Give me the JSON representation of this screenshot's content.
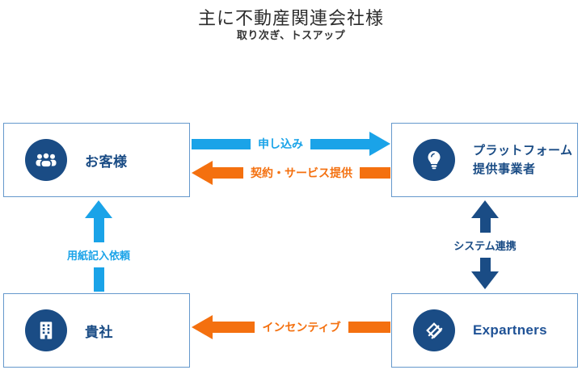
{
  "header": {
    "title": "主に不動産関連会社様",
    "subtitle": "取り次ぎ、トスアップ"
  },
  "nodes": {
    "customer": {
      "label": "お客様",
      "icon": "people-icon"
    },
    "platform": {
      "label": "プラットフォーム提供事業者",
      "label_line1": "プラットフォーム",
      "label_line2": "提供事業者",
      "icon": "lightbulb-icon"
    },
    "company": {
      "label": "貴社",
      "icon": "building-icon"
    },
    "expartners": {
      "label": "Expartners",
      "icon": "expartners-logo-icon"
    }
  },
  "arrows": {
    "application": {
      "label": "申し込み",
      "from": "customer",
      "to": "platform",
      "direction": "right",
      "color": "#1aa3e8"
    },
    "contract": {
      "label": "契約・サービス提供",
      "from": "platform",
      "to": "customer",
      "direction": "left",
      "color": "#f4700f"
    },
    "form": {
      "label": "用紙記入依頼",
      "from": "company",
      "to": "customer",
      "direction": "up",
      "color": "#1aa3e8"
    },
    "system": {
      "label": "システム連携",
      "from": "platform",
      "to": "expartners",
      "direction": "both",
      "color": "#1a4c85"
    },
    "incentive": {
      "label": "インセンティブ",
      "from": "expartners",
      "to": "company",
      "direction": "left",
      "color": "#f4700f"
    }
  },
  "colors": {
    "navy": "#1a4c85",
    "blue": "#1aa3e8",
    "orange": "#f4700f",
    "box_border": "#6598cc",
    "title_text": "#2d2d2d"
  }
}
